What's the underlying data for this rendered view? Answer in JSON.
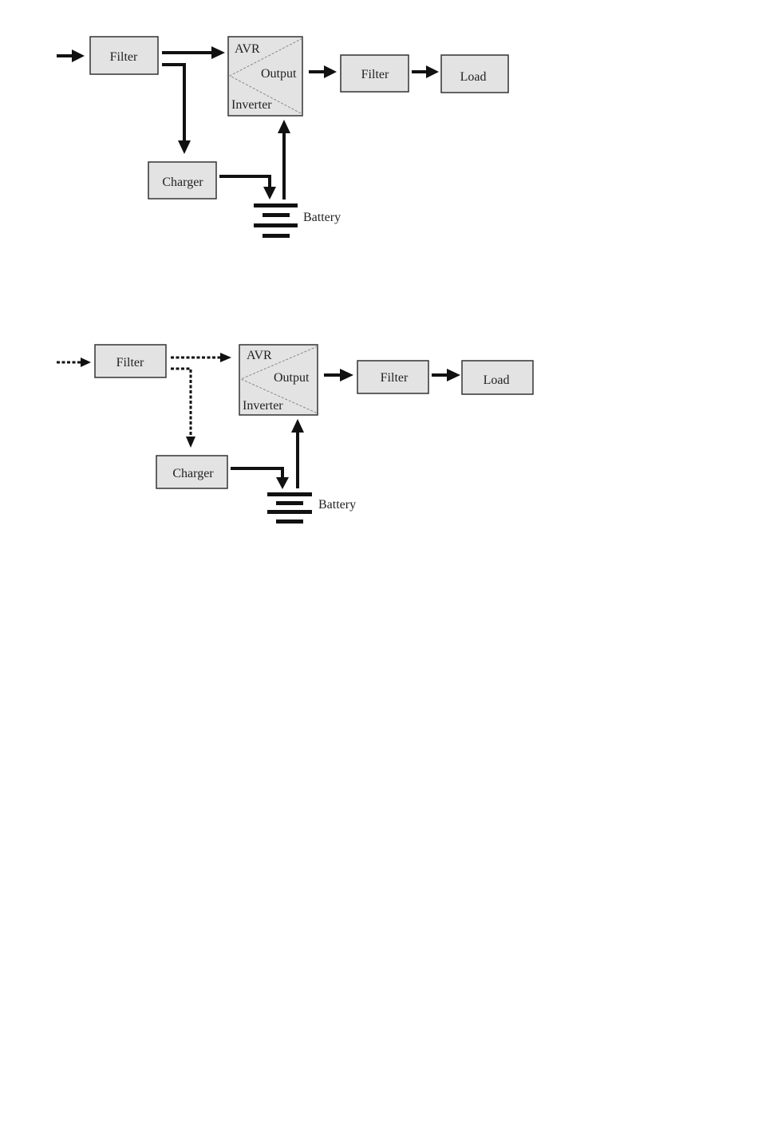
{
  "diagrams": [
    {
      "filter_in": "Filter",
      "avr": "AVR",
      "output": "Output",
      "inverter": "Inverter",
      "filter_out": "Filter",
      "load": "Load",
      "charger": "Charger",
      "battery": "Battery"
    },
    {
      "filter_in": "Filter",
      "avr": "AVR",
      "output": "Output",
      "inverter": "Inverter",
      "filter_out": "Filter",
      "load": "Load",
      "charger": "Charger",
      "battery": "Battery"
    }
  ]
}
